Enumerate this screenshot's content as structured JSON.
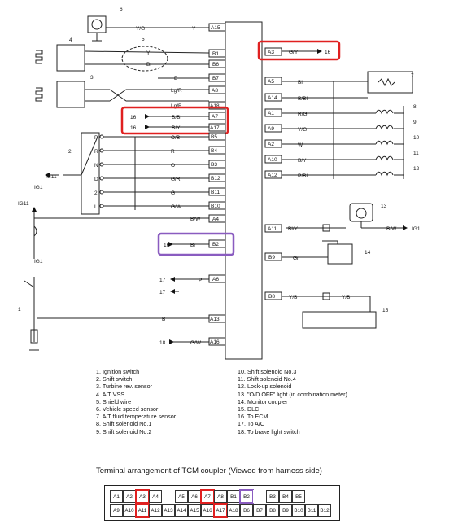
{
  "colors": {
    "line": "#222222",
    "red": "#e02020",
    "purple": "#8a5cc0"
  },
  "components": {
    "n1": "1",
    "n2": "2",
    "n3": "3",
    "n4": "4",
    "n5": "5",
    "n6": "6",
    "n7": "7",
    "n8": "8",
    "n9": "9",
    "n10": "10",
    "n11": "11",
    "n12": "12",
    "n13": "13",
    "n14": "14",
    "n15": "15"
  },
  "left_pins": [
    "A15",
    "B1",
    "B6",
    "B7",
    "A8",
    "A18",
    "A7",
    "A17",
    "B5",
    "B4",
    "B3",
    "B12",
    "B11",
    "B10",
    "A4",
    "B2",
    "A6",
    "A13",
    "A16"
  ],
  "left_wires": [
    "Y/G",
    "Y",
    "Y",
    "Br",
    "B",
    "Lg/R",
    "Lg/B",
    "B/Bl",
    "B/Y",
    "O/B",
    "R",
    "O",
    "G/R",
    "G",
    "G/W",
    "B/W",
    "Br",
    "P",
    "B",
    "G/W"
  ],
  "right_pins": [
    "A3",
    "A5",
    "A14",
    "A1",
    "A9",
    "A2",
    "A10",
    "A12",
    "A11",
    "B9",
    "B8"
  ],
  "right_wires": [
    "G/Y",
    "Bl",
    "B/Bl",
    "R/G",
    "Y/G",
    "W",
    "B/Y",
    "P/Bl",
    "Bl/Y",
    "B/W",
    "Gr",
    "Y/B",
    "Y/B"
  ],
  "dest": {
    "d16": "16",
    "d17": "17",
    "d18": "18",
    "ig1": "IG1",
    "ig11": "IG11"
  },
  "switch_positions": [
    "P",
    "R",
    "N",
    "D",
    "2",
    "L"
  ],
  "legend_left": [
    "1.  Ignition switch",
    "2.  Shift switch",
    "3.  Turbine rev. sensor",
    "4.  A/T VSS",
    "5.  Shield wire",
    "6.  Vehicle speed sensor",
    "7.  A/T fluid temperature sensor",
    "8.  Shift solenoid No.1",
    "9.  Shift solenoid No.2"
  ],
  "legend_right": [
    "10. Shift solenoid No.3",
    "11. Shift solenoid No.4",
    "12. Lock-up solenoid",
    "13. \"O/D OFF\" light (in combination meter)",
    "14. Monitor coupler",
    "15. DLC",
    "16. To ECM",
    "17. To A/C",
    "18. To brake light switch"
  ],
  "caption": "Terminal arrangement of TCM coupler (Viewed from harness side)",
  "coupler_row1": [
    "A1",
    "A2",
    "A3",
    "A4",
    "",
    "A5",
    "A6",
    "A7",
    "A8",
    "B1",
    "B2",
    "",
    "B3",
    "B4",
    "B5"
  ],
  "coupler_row2": [
    "A9",
    "A10",
    "A11",
    "A12",
    "A13",
    "A14",
    "A15",
    "A16",
    "A17",
    "A18",
    "B6",
    "B7",
    "B8",
    "B9",
    "B10",
    "B11",
    "B12"
  ]
}
